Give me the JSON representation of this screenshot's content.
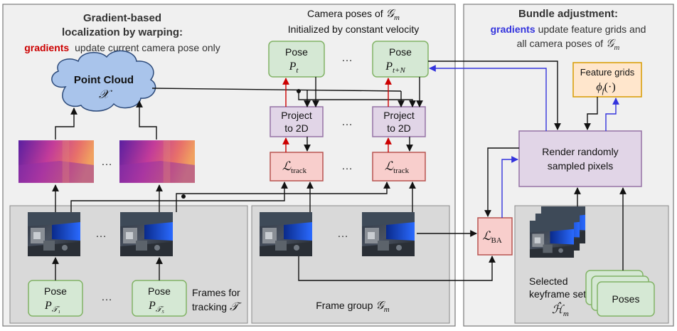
{
  "left_panel": {
    "title_line1": "Gradient-based",
    "title_line2": "localization by warping:",
    "subtitle_red": "gradients",
    "subtitle_rest": "update current camera pose only",
    "cloud_label": "Point Cloud",
    "cloud_symbol": "𝒳",
    "frames_note_line1": "Frames for",
    "frames_note_line2": "tracking",
    "frames_note_symbol": "𝒯",
    "poses": [
      {
        "label": "Pose",
        "symbol": "P",
        "sub": "𝒯₁"
      },
      {
        "label": "Pose",
        "symbol": "P",
        "sub": "𝒯₅"
      }
    ]
  },
  "middle_panel": {
    "title_line1": "Camera poses of",
    "title_symbol1": "𝒢",
    "title_sub1": "m",
    "title_line2": "Initialized by constant velocity",
    "poses": [
      {
        "label": "Pose",
        "symbol": "P",
        "sub": "t"
      },
      {
        "label": "Pose",
        "symbol": "P",
        "sub": "t+N"
      }
    ],
    "project_line1": "Project",
    "project_line2": "to 2D",
    "loss_symbol": "ℒ",
    "loss_sub": "track",
    "frame_group_label": "Frame group",
    "frame_group_symbol": "𝒢",
    "frame_group_sub": "m"
  },
  "right_panel": {
    "title": "Bundle adjustment:",
    "sub_blue": "gradients",
    "sub_rest1": "update feature grids and",
    "sub_line2": "all camera poses of",
    "sub_symbol": "𝒢",
    "sub_sub": "m",
    "feature_line1": "Feature grids",
    "feature_symbol": "ϕ",
    "feature_sub": "f",
    "feature_arg": "(·)",
    "render_line1": "Render randomly",
    "render_line2": "sampled pixels",
    "ba_symbol": "ℒ",
    "ba_sub": "BA",
    "keyframe_line1": "Selected",
    "keyframe_line2": "keyframe set",
    "keyframe_symbol": "ℋ̂",
    "keyframe_sub": "m",
    "poses_label": "Poses"
  },
  "ellipsis": "…",
  "colors": {
    "panel_fill": "#f0f0f0",
    "panel_stroke": "#7a7a7a",
    "inner_panel": "#d9d9d9",
    "pose_fill": "#d5e8d4",
    "pose_stroke": "#82b366",
    "project_fill": "#e1d5e7",
    "project_stroke": "#9673a6",
    "loss_fill": "#f8cecc",
    "loss_stroke": "#b85450",
    "feature_fill": "#ffe6cc",
    "feature_stroke": "#d79b00",
    "cloud_fill": "#a9c4eb",
    "gradient_red": "#cc0000",
    "gradient_blue": "#3333dd",
    "arrow": "#111111"
  }
}
